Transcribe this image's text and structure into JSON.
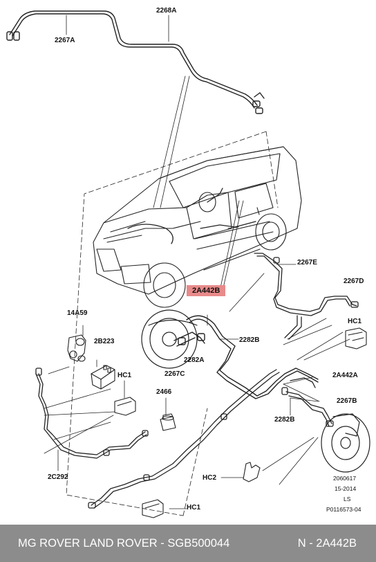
{
  "labels": {
    "l2268A": "2268A",
    "l2267A": "2267A",
    "l2267E": "2267E",
    "l2267D": "2267D",
    "l2A442B": "2A442B",
    "lHC1a": "HC1",
    "l2282B": "2282B",
    "l14A59": "14A59",
    "l2B223": "2B223",
    "l2282A": "2282A",
    "l2267C": "2267C",
    "l2A442A": "2A442A",
    "lHC1b": "HC1",
    "l2466": "2466",
    "l2267B": "2267B",
    "l2282B2": "2282B",
    "l2C292": "2C292",
    "lHC2": "HC2",
    "lHC1c": "HC1"
  },
  "stamp": {
    "line1": "2060617",
    "line2": "15-2014",
    "line3": "LS",
    "line4": "P0116573-04"
  },
  "footer": {
    "left": "MG ROVER LAND ROVER - SGB500044",
    "right": "N - 2A442B"
  },
  "colors": {
    "highlight": "#e88a8a",
    "footer_bg": "#8c8c8c",
    "footer_text": "#ffffff"
  }
}
